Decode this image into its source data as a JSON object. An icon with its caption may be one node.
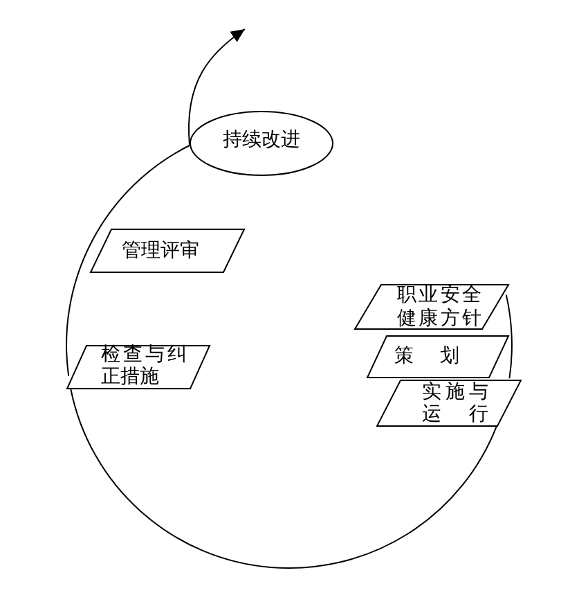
{
  "diagram": {
    "nodes": [
      {
        "text": [
          "持续改进"
        ]
      },
      {
        "text": [
          "管理评审"
        ]
      },
      {
        "text": [
          "检查与纠正措施"
        ]
      },
      {
        "text": [
          "职业安全健康方针"
        ]
      },
      {
        "text": [
          "策划"
        ]
      },
      {
        "text": [
          "实施与运行"
        ]
      }
    ],
    "edges": [
      {
        "from": 3,
        "to": 4,
        "arrow": "none"
      },
      {
        "from": 4,
        "to": 5,
        "arrow": "none"
      },
      {
        "from": 5,
        "to": 2,
        "arrow": "none"
      },
      {
        "from": 2,
        "to": 0,
        "arrow": "none"
      },
      {
        "from": 0,
        "to": null,
        "arrow": "to"
      }
    ]
  }
}
